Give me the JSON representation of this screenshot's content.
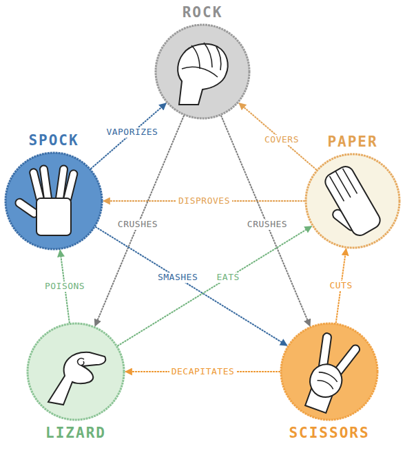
{
  "diagram": {
    "nodes": [
      {
        "text": [
          "ROCK"
        ]
      },
      {
        "text": [
          "SPOCK"
        ]
      },
      {
        "text": [
          "PAPER"
        ]
      },
      {
        "text": [
          "LIZARD"
        ]
      },
      {
        "text": [
          "SCISSORS"
        ]
      }
    ],
    "edges": [
      {
        "from": 1,
        "to": 0,
        "arrow": "to",
        "label": "VAPORIZES"
      },
      {
        "from": 2,
        "to": 0,
        "arrow": "to",
        "label": "COVERS"
      },
      {
        "from": 2,
        "to": 1,
        "arrow": "to",
        "label": "DISPROVES"
      },
      {
        "from": 0,
        "to": 3,
        "arrow": "to",
        "label": "CRUSHES"
      },
      {
        "from": 0,
        "to": 4,
        "arrow": "to",
        "label": "CRUSHES"
      },
      {
        "from": 1,
        "to": 4,
        "arrow": "to",
        "label": "SMASHES"
      },
      {
        "from": 3,
        "to": 2,
        "arrow": "to",
        "label": "EATS"
      },
      {
        "from": 4,
        "to": 2,
        "arrow": "to",
        "label": "CUTS"
      },
      {
        "from": 3,
        "to": 1,
        "arrow": "to",
        "label": "POISONS"
      },
      {
        "from": 4,
        "to": 3,
        "arrow": "to",
        "label": "DECAPITATES"
      }
    ]
  }
}
